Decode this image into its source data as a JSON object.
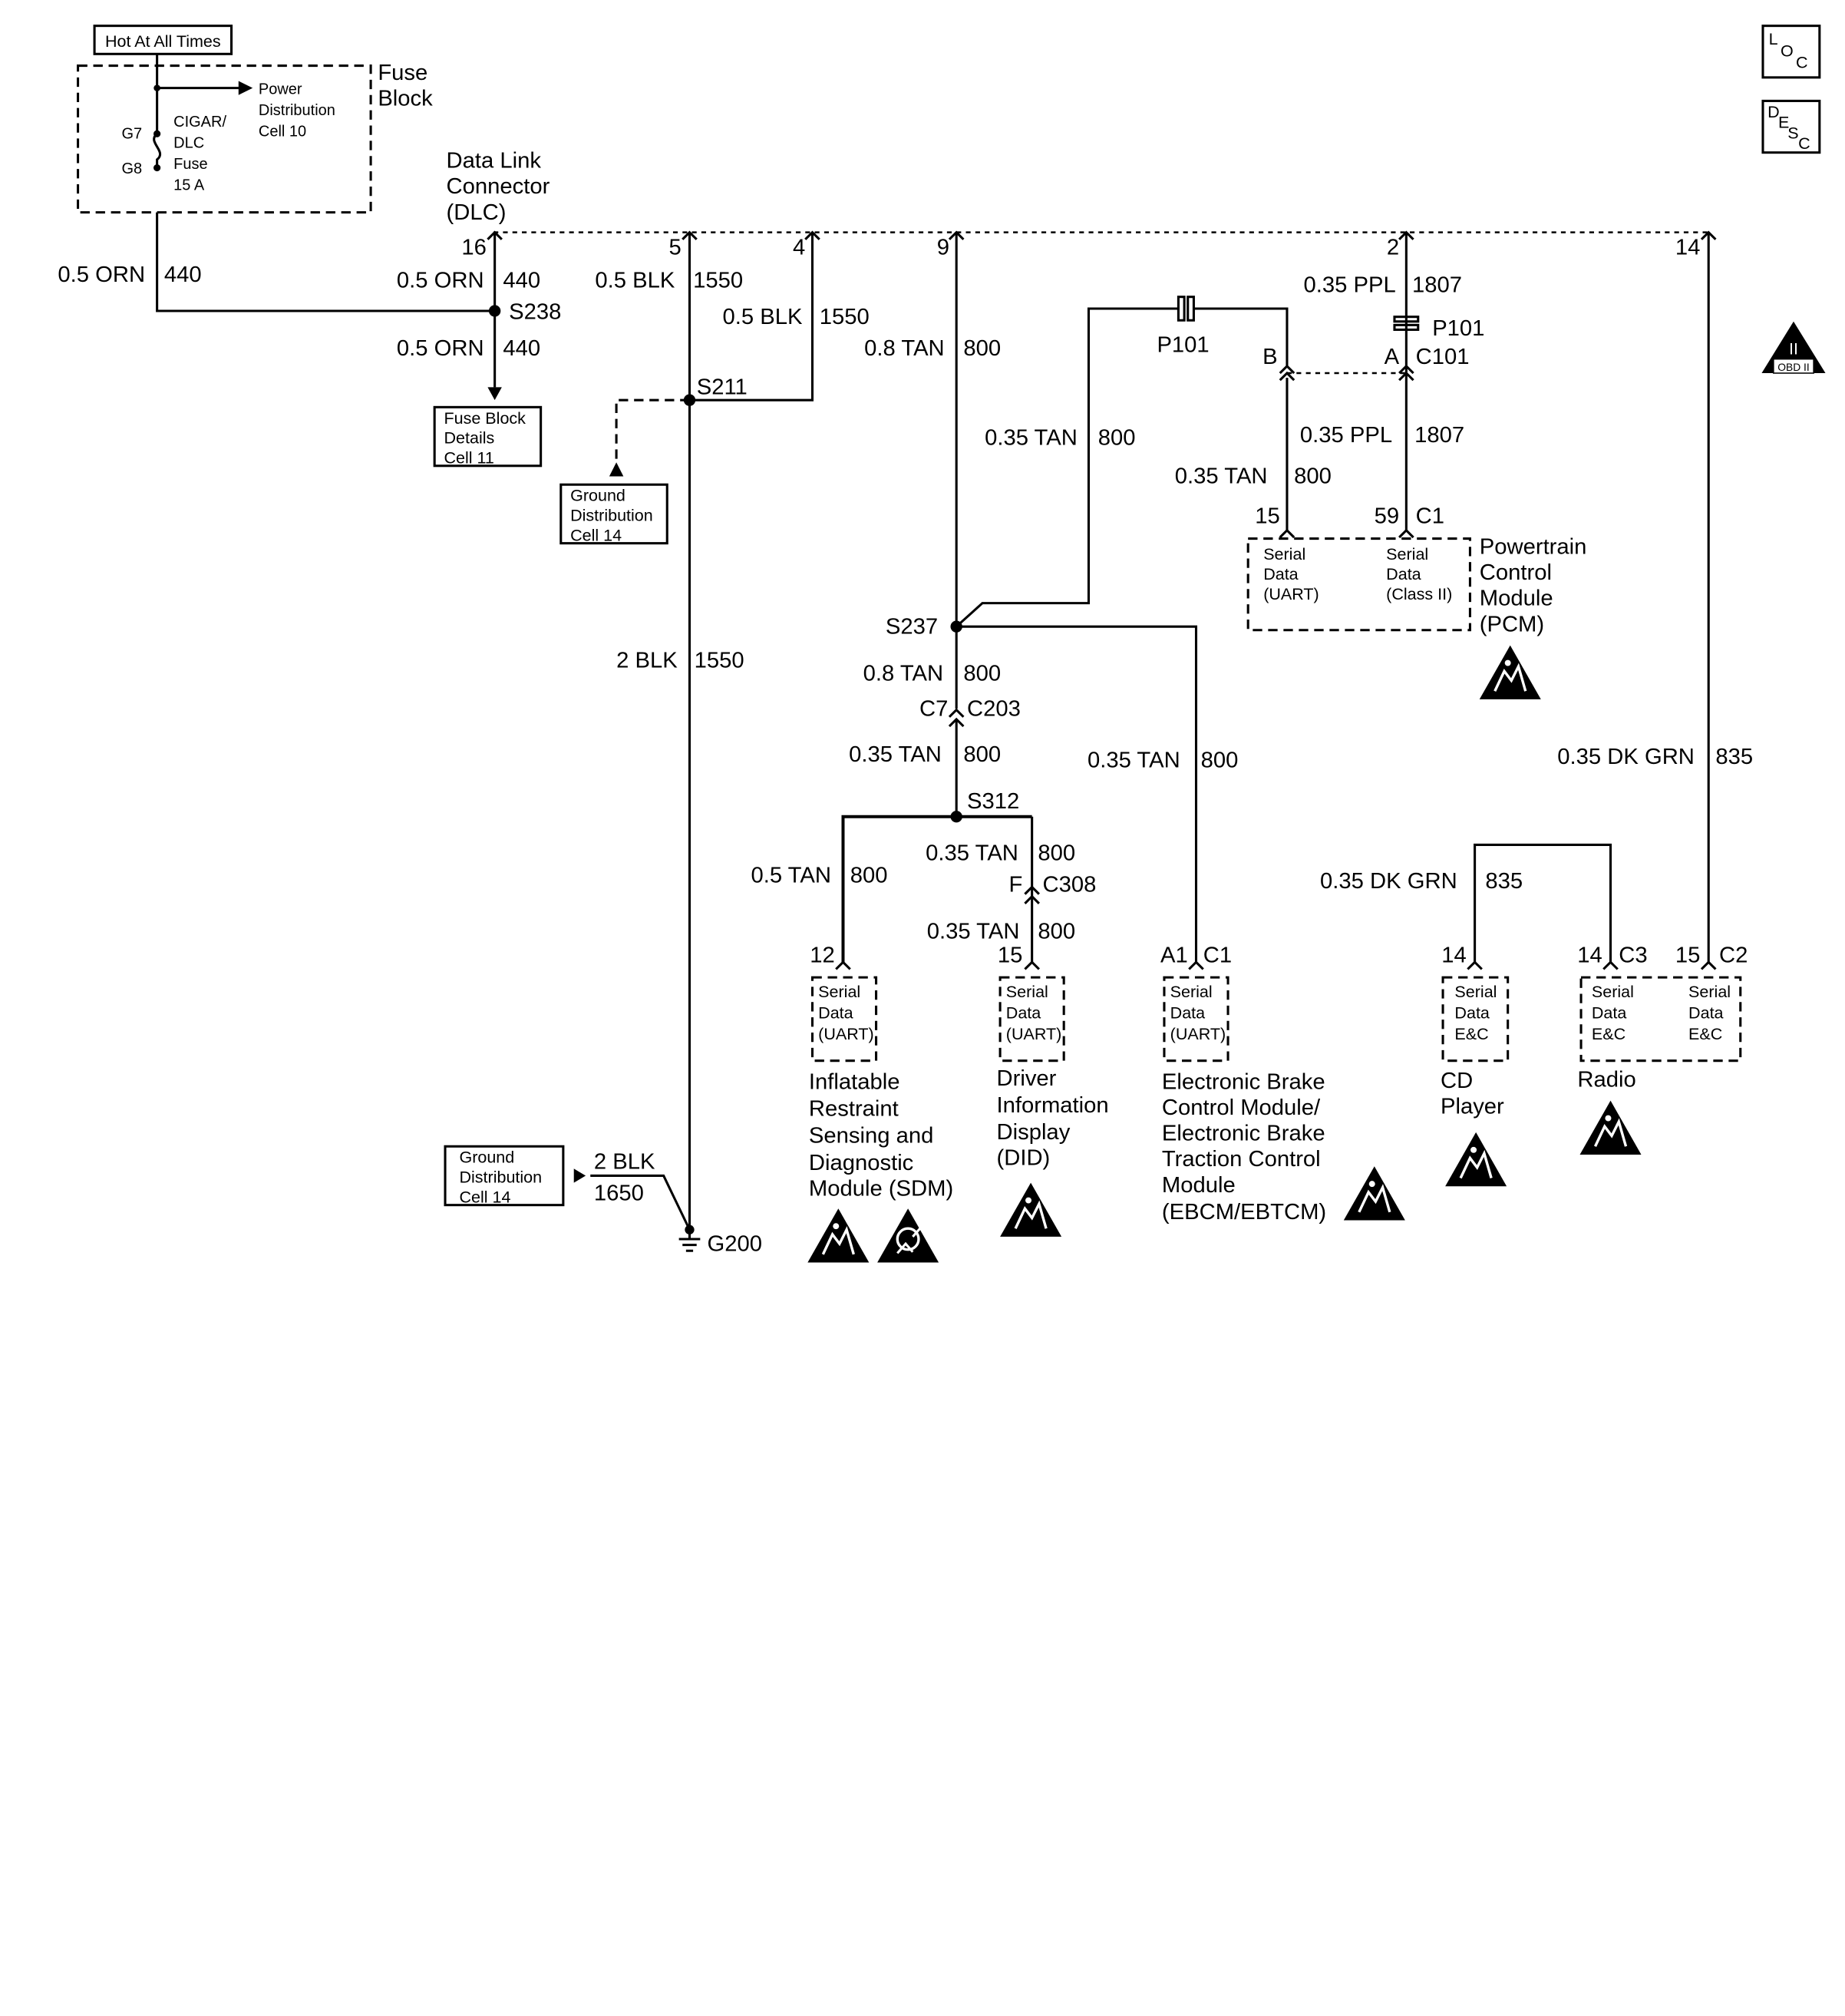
{
  "title_box": "Hot At All Times",
  "fuse_block": {
    "label_line1": "Fuse",
    "label_line2": "Block",
    "power_line1": "Power",
    "power_line2": "Distribution",
    "power_line3": "Cell 10",
    "pin_g7": "G7",
    "pin_g8": "G8",
    "fuse_line1": "CIGAR/",
    "fuse_line2": "DLC",
    "fuse_line3": "Fuse",
    "fuse_line4": "15 A"
  },
  "dlc": {
    "line1": "Data Link",
    "line2": "Connector",
    "line3": "(DLC)",
    "pins": [
      "16",
      "5",
      "4",
      "9",
      "2",
      "14"
    ]
  },
  "wire_labels": {
    "orn_main": "0.5 ORN",
    "orn_main_num": "440",
    "orn_16": "0.5 ORN",
    "orn_16_num": "440",
    "orn_down": "0.5 ORN",
    "orn_down_num": "440",
    "blk_5": "0.5 BLK",
    "blk_5_num": "1550",
    "blk_4": "0.5 BLK",
    "blk_4_num": "1550",
    "tan_9": "0.8 TAN",
    "tan_9_num": "800",
    "ppl_2": "0.35 PPL",
    "ppl_2_num": "1807",
    "ppl_pcm": "0.35 PPL",
    "ppl_pcm_num": "1807",
    "tan_branch": "0.35 TAN",
    "tan_branch_num": "800",
    "tan_pcm": "0.35 TAN",
    "tan_pcm_num": "800",
    "blk_main": "2 BLK",
    "blk_main_num": "1550",
    "tan_s237": "0.8 TAN",
    "tan_s237_num": "800",
    "tan_c203": "0.35 TAN",
    "tan_c203_num": "800",
    "tan_ebcm": "0.35 TAN",
    "tan_ebcm_num": "800",
    "grn_14": "0.35 DK GRN",
    "grn_14_num": "835",
    "tan_sdm": "0.5 TAN",
    "tan_sdm_num": "800",
    "tan_did_up": "0.35 TAN",
    "tan_did_up_num": "800",
    "tan_did": "0.35 TAN",
    "tan_did_num": "800",
    "grn_cd": "0.35 DK GRN",
    "grn_cd_num": "835",
    "blk_g200": "2 BLK",
    "blk_g200_num": "1650"
  },
  "splices": {
    "s238": "S238",
    "s211": "S211",
    "s237": "S237",
    "s312": "S312",
    "g200": "G200"
  },
  "connectors": {
    "p101_left": "P101",
    "p101_right": "P101",
    "b": "B",
    "a": "A",
    "c101": "C101",
    "pcm_pin15": "15",
    "pcm_pin59": "59",
    "pcm_c1": "C1",
    "c7": "C7",
    "c203": "C203",
    "f": "F",
    "c308": "C308",
    "sdm_pin": "12",
    "did_pin": "15",
    "ebcm_pin": "A1",
    "ebcm_c1": "C1",
    "cd_pin": "14",
    "radio_pin14": "14",
    "radio_c3": "C3",
    "radio_pin15": "15",
    "radio_c2": "C2"
  },
  "ref_boxes": {
    "fuse_details_1": "Fuse Block",
    "fuse_details_2": "Details",
    "fuse_details_3": "Cell 11",
    "ground_1a": "Ground",
    "ground_1b": "Distribution",
    "ground_1c": "Cell 14",
    "ground_2a": "Ground",
    "ground_2b": "Distribution",
    "ground_2c": "Cell 14"
  },
  "modules": {
    "pcm_uart_1": "Serial",
    "pcm_uart_2": "Data",
    "pcm_uart_3": "(UART)",
    "pcm_c2_1": "Serial",
    "pcm_c2_2": "Data",
    "pcm_c2_3": "(Class II)",
    "pcm_name_1": "Powertrain",
    "pcm_name_2": "Control",
    "pcm_name_3": "Module",
    "pcm_name_4": "(PCM)",
    "sdm_s1": "Serial",
    "sdm_s2": "Data",
    "sdm_s3": "(UART)",
    "sdm_name_1": "Inflatable",
    "sdm_name_2": "Restraint",
    "sdm_name_3": "Sensing and",
    "sdm_name_4": "Diagnostic",
    "sdm_name_5": "Module (SDM)",
    "did_s1": "Serial",
    "did_s2": "Data",
    "did_s3": "(UART)",
    "did_name_1": "Driver",
    "did_name_2": "Information",
    "did_name_3": "Display",
    "did_name_4": "(DID)",
    "ebcm_s1": "Serial",
    "ebcm_s2": "Data",
    "ebcm_s3": "(UART)",
    "ebcm_name_1": "Electronic Brake",
    "ebcm_name_2": "Control Module/",
    "ebcm_name_3": "Electronic Brake",
    "ebcm_name_4": "Traction Control",
    "ebcm_name_5": "Module",
    "ebcm_name_6": "(EBCM/EBTCM)",
    "cd_s1": "Serial",
    "cd_s2": "Data",
    "cd_s3": "E&C",
    "cd_name_1": "CD",
    "cd_name_2": "Player",
    "radio_a1": "Serial",
    "radio_a2": "Data",
    "radio_a3": "E&C",
    "radio_b1": "Serial",
    "radio_b2": "Data",
    "radio_b3": "E&C",
    "radio_name": "Radio"
  },
  "side_icons": {
    "loc_l": "L",
    "loc_o": "O",
    "loc_c": "C",
    "desc_d": "D",
    "desc_e": "E",
    "desc_s": "S",
    "desc_c": "C",
    "obd_ii": "II",
    "obd_label": "OBD II"
  }
}
